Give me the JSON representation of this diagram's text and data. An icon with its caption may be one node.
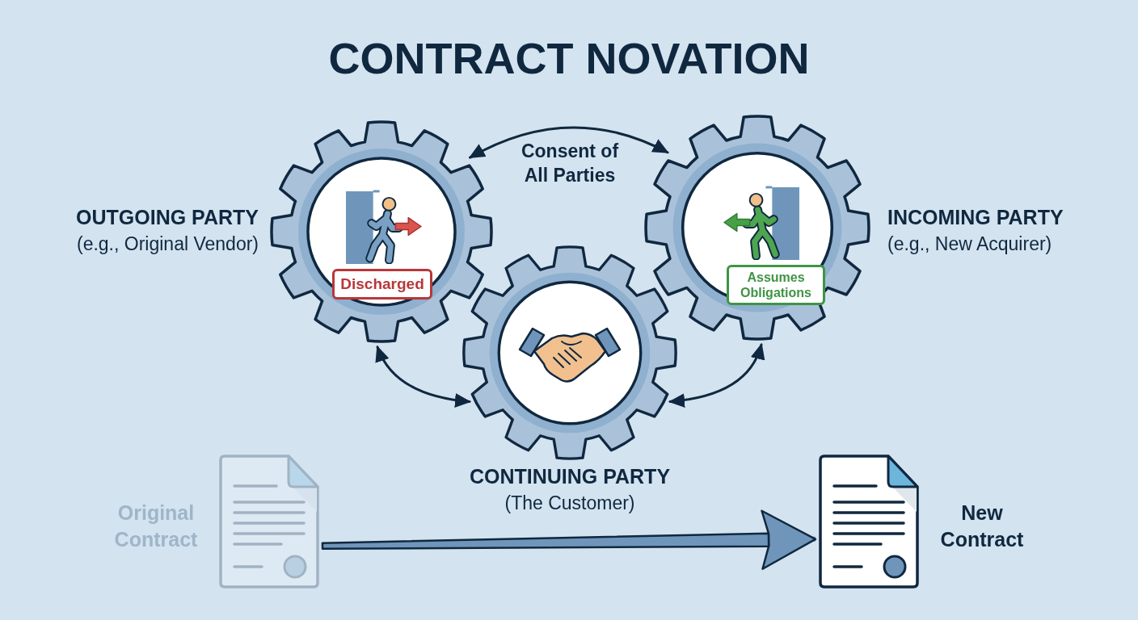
{
  "diagram": {
    "title": "CONTRACT NOVATION",
    "nodes": [
      {
        "text": [],
        "shape": "gear",
        "beside": [
          "OUTGOING PARTY",
          "(e.g., Original Vendor)"
        ]
      },
      {
        "text": [
          "Discharged"
        ],
        "in": 0
      },
      {
        "text": [],
        "shape": "gear",
        "beside": [
          "INCOMING PARTY",
          "(e.g., New Acquirer)"
        ]
      },
      {
        "text": [
          "Assumes Obligations"
        ],
        "in": 2
      },
      {
        "text": [],
        "shape": "gear",
        "beside": [
          "CONTINUING PARTY",
          "(The Customer)"
        ]
      },
      {
        "text": [],
        "shape": "document",
        "beside": [
          "Original Contract"
        ]
      },
      {
        "text": [],
        "shape": "document",
        "beside": [
          "New Contract"
        ]
      }
    ],
    "edges": [
      {
        "from": 0,
        "to": 2,
        "arrow": "both",
        "label": "Consent of All Parties"
      },
      {
        "from": 0,
        "to": 4,
        "arrow": "both"
      },
      {
        "from": 2,
        "to": 4,
        "arrow": "both"
      },
      {
        "from": 5,
        "to": 6,
        "arrow": "to",
        "style": "thick",
        "color": "#6f96ba"
      }
    ]
  }
}
